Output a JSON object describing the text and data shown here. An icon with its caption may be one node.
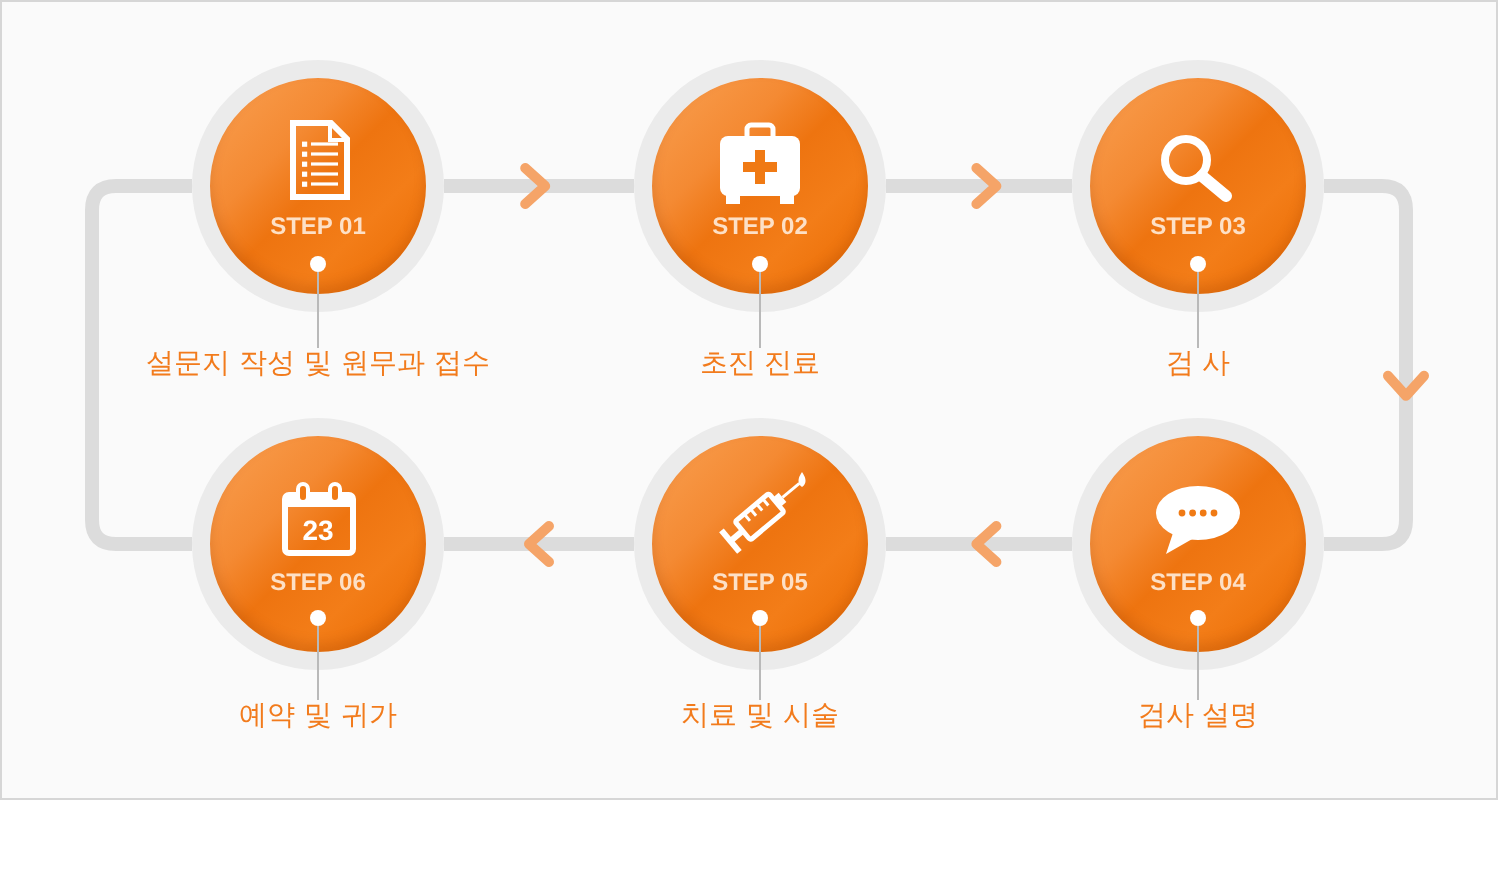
{
  "diagram": {
    "nodes": [
      {
        "text": [
          "STEP 01"
        ]
      },
      {
        "text": [],
        "shape": "circle",
        "in": 0
      },
      {
        "text": [
          "설문지 작성 및 원무과 접수"
        ]
      },
      {
        "text": [
          "STEP 02"
        ]
      },
      {
        "text": [],
        "shape": "circle",
        "in": 3
      },
      {
        "text": [
          "초진 진료"
        ]
      },
      {
        "text": [
          "STEP 03"
        ]
      },
      {
        "text": [],
        "shape": "circle",
        "in": 6
      },
      {
        "text": [
          "검 사"
        ]
      },
      {
        "text": [
          "STEP 04"
        ]
      },
      {
        "text": [],
        "shape": "circle",
        "in": 9
      },
      {
        "text": [
          "검사 설명"
        ]
      },
      {
        "text": [
          "STEP 05"
        ]
      },
      {
        "text": [],
        "shape": "circle",
        "in": 12
      },
      {
        "text": [
          "치료 및 시술"
        ]
      },
      {
        "text": [
          "STEP 06"
        ]
      },
      {
        "text": [],
        "shape": "circle",
        "in": 15
      },
      {
        "text": [
          "예약 및 귀가"
        ]
      }
    ],
    "edges": [
      {
        "from": 0,
        "to": 3,
        "arrow": "to",
        "style": "thick",
        "color": "#dcdcdc"
      },
      {
        "from": 3,
        "to": 6,
        "arrow": "to",
        "style": "thick",
        "color": "#dcdcdc"
      },
      {
        "from": 6,
        "to": 9,
        "arrow": "to",
        "style": "thick",
        "color": "#dcdcdc"
      },
      {
        "from": 9,
        "to": 12,
        "arrow": "to",
        "style": "thick",
        "color": "#dcdcdc"
      },
      {
        "from": 12,
        "to": 15,
        "arrow": "to",
        "style": "thick",
        "color": "#dcdcdc"
      },
      {
        "from": 15,
        "to": 0,
        "arrow": "none",
        "style": "thick",
        "color": "#dcdcdc"
      },
      {
        "from": 2,
        "to": 1,
        "arrow": "none"
      },
      {
        "from": 5,
        "to": 4,
        "arrow": "none"
      },
      {
        "from": 8,
        "to": 7,
        "arrow": "none"
      },
      {
        "from": 11,
        "to": 10,
        "arrow": "none"
      },
      {
        "from": 14,
        "to": 13,
        "arrow": "none"
      },
      {
        "from": 17,
        "to": 16,
        "arrow": "none"
      }
    ],
    "labels": [
      "23"
    ]
  }
}
